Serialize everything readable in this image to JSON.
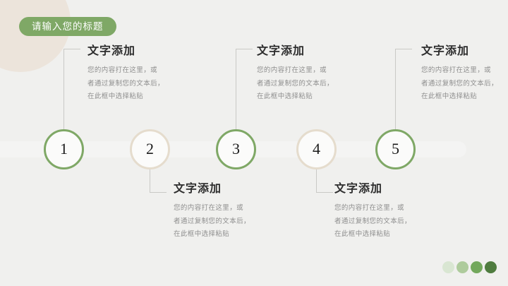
{
  "slide": {
    "title": "请输入您的标题",
    "accent_green": "#7fa866",
    "accent_beige": "#e5dccd",
    "background": "#f0f0ee"
  },
  "timeline": {
    "nodes": [
      {
        "number": "1",
        "color": "green",
        "position": "top"
      },
      {
        "number": "2",
        "color": "beige",
        "position": "bottom"
      },
      {
        "number": "3",
        "color": "green",
        "position": "top"
      },
      {
        "number": "4",
        "color": "beige",
        "position": "bottom"
      },
      {
        "number": "5",
        "color": "green",
        "position": "top"
      }
    ],
    "blocks": [
      {
        "heading": "文字添加",
        "line1": "您的内容打在这里，或",
        "line2": "者通过复制您的文本后，",
        "line3": "在此框中选择粘贴"
      },
      {
        "heading": "文字添加",
        "line1": "您的内容打在这里，或",
        "line2": "者通过复制您的文本后，",
        "line3": "在此框中选择粘贴"
      },
      {
        "heading": "文字添加",
        "line1": "您的内容打在这里，或",
        "line2": "者通过复制您的文本后，",
        "line3": "在此框中选择粘贴"
      },
      {
        "heading": "文字添加",
        "line1": "您的内容打在这里，或",
        "line2": "者通过复制您的文本后，",
        "line3": "在此框中选择粘贴"
      },
      {
        "heading": "文字添加",
        "line1": "您的内容打在这里，或",
        "line2": "者通过复制您的文本后，",
        "line3": "在此框中选择粘贴"
      }
    ]
  },
  "decoration": {
    "dots": [
      "#d9e6d2",
      "#aecb9c",
      "#73a85c",
      "#4f7c3f"
    ]
  }
}
